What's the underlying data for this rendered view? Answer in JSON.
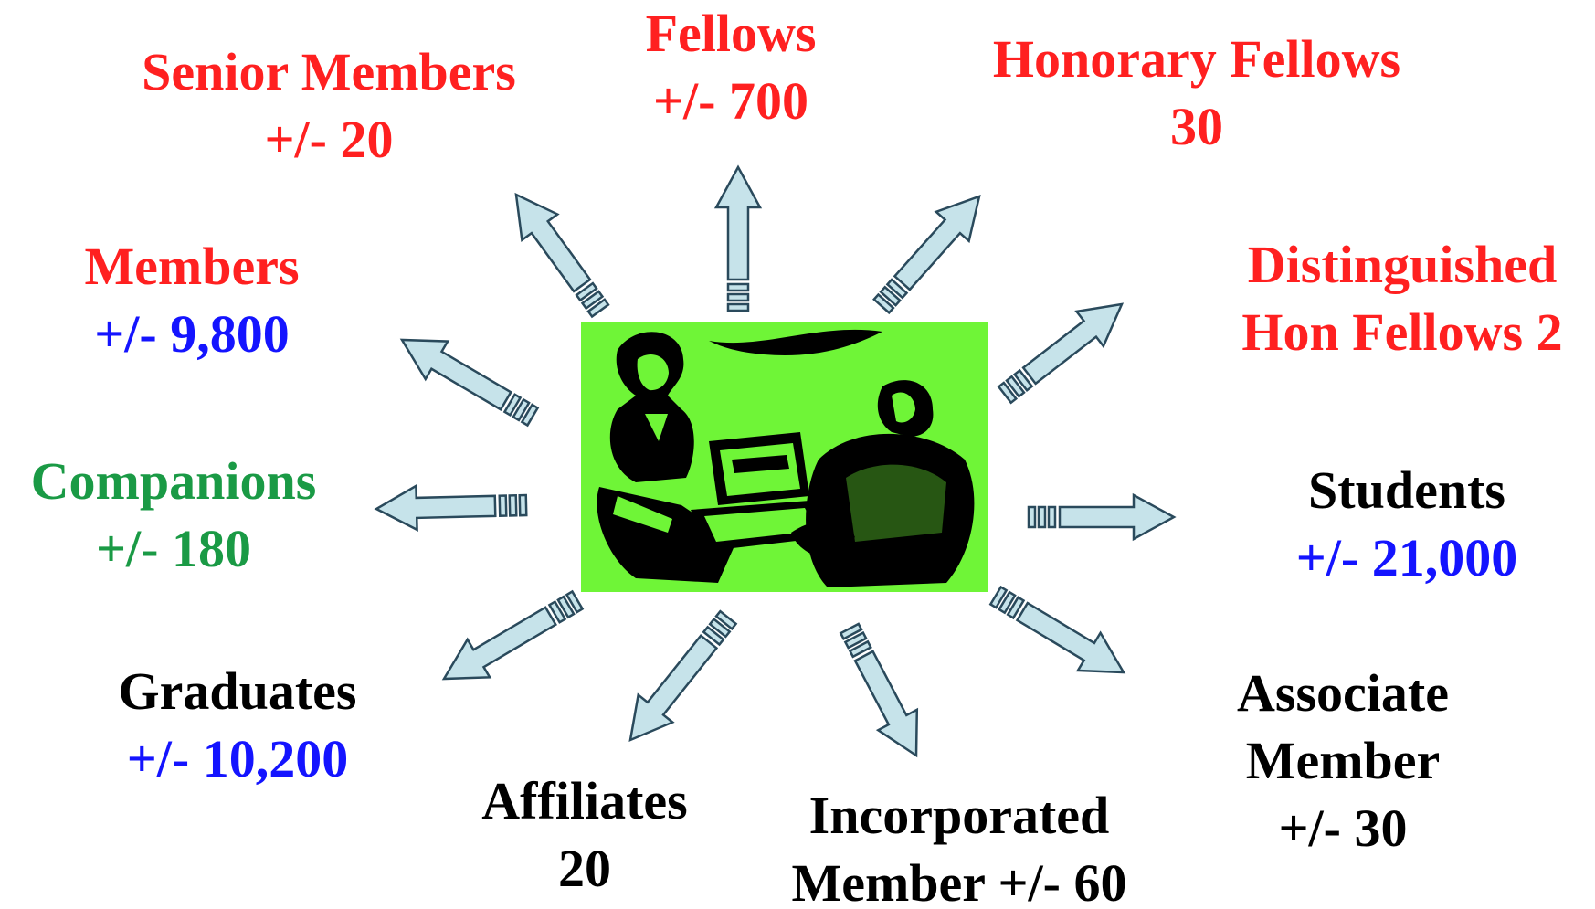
{
  "categories": {
    "senior_members": {
      "name": "Senior Members",
      "count": "+/- 20"
    },
    "fellows": {
      "name": "Fellows",
      "count": "+/- 700"
    },
    "honorary_fellows": {
      "name": "Honorary Fellows",
      "count": "30"
    },
    "distinguished": {
      "line1": "Distinguished",
      "line2": "Hon Fellows  2"
    },
    "members": {
      "name": "Members",
      "count": "+/- 9,800"
    },
    "companions": {
      "name": "Companions",
      "count": "+/- 180"
    },
    "students": {
      "name": "Students",
      "count": "+/- 21,000"
    },
    "graduates": {
      "name": "Graduates",
      "count": "+/- 10,200"
    },
    "affiliates": {
      "name": "Affiliates",
      "count": "20"
    },
    "incorporated": {
      "line1": "Incorporated",
      "line2": "Member  +/- 60"
    },
    "associate": {
      "line1": "Associate",
      "line2": "Member",
      "count": "+/- 30"
    }
  },
  "colors": {
    "red": "#ff2020",
    "blue": "#1414ff",
    "green": "#1a9a45",
    "black": "#000000",
    "arrow_fill": "#c6e3ea",
    "arrow_stroke": "#2a4a5c",
    "picture_bg": "#6ff537"
  }
}
